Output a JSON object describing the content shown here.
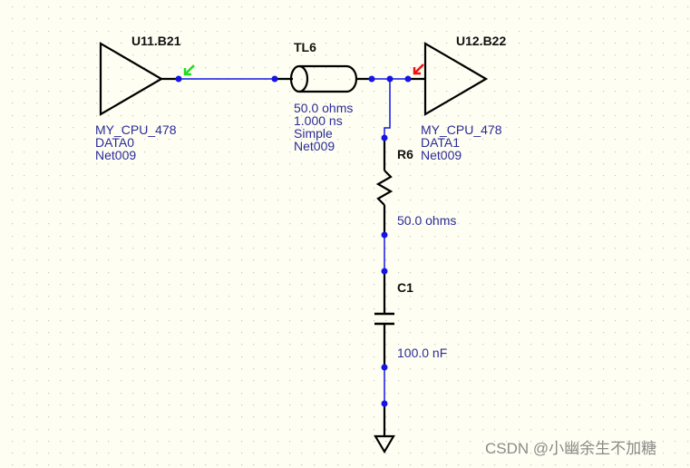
{
  "colors": {
    "background": "#fefef2",
    "grid_dot": "#c8c8c0",
    "wire_net": "#1515e6",
    "component": "#000000",
    "value_text": "#2b2b9a",
    "driver_arrow": "#22dd22",
    "receiver_arrow": "#ee1111"
  },
  "components": {
    "u11": {
      "refdes": "U11.B21",
      "lines": [
        "MY_CPU_478",
        "DATA0",
        "Net009"
      ]
    },
    "tl6": {
      "refdes": "TL6",
      "lines": [
        "50.0 ohms",
        "1.000 ns",
        "Simple",
        "Net009"
      ]
    },
    "u12": {
      "refdes": "U12.B22",
      "lines": [
        "MY_CPU_478",
        "DATA1",
        "Net009"
      ]
    },
    "r6": {
      "refdes": "R6",
      "value": "50.0 ohms"
    },
    "c1": {
      "refdes": "C1",
      "value": "100.0 nF"
    }
  },
  "watermark": "CSDN @小幽余生不加糖"
}
